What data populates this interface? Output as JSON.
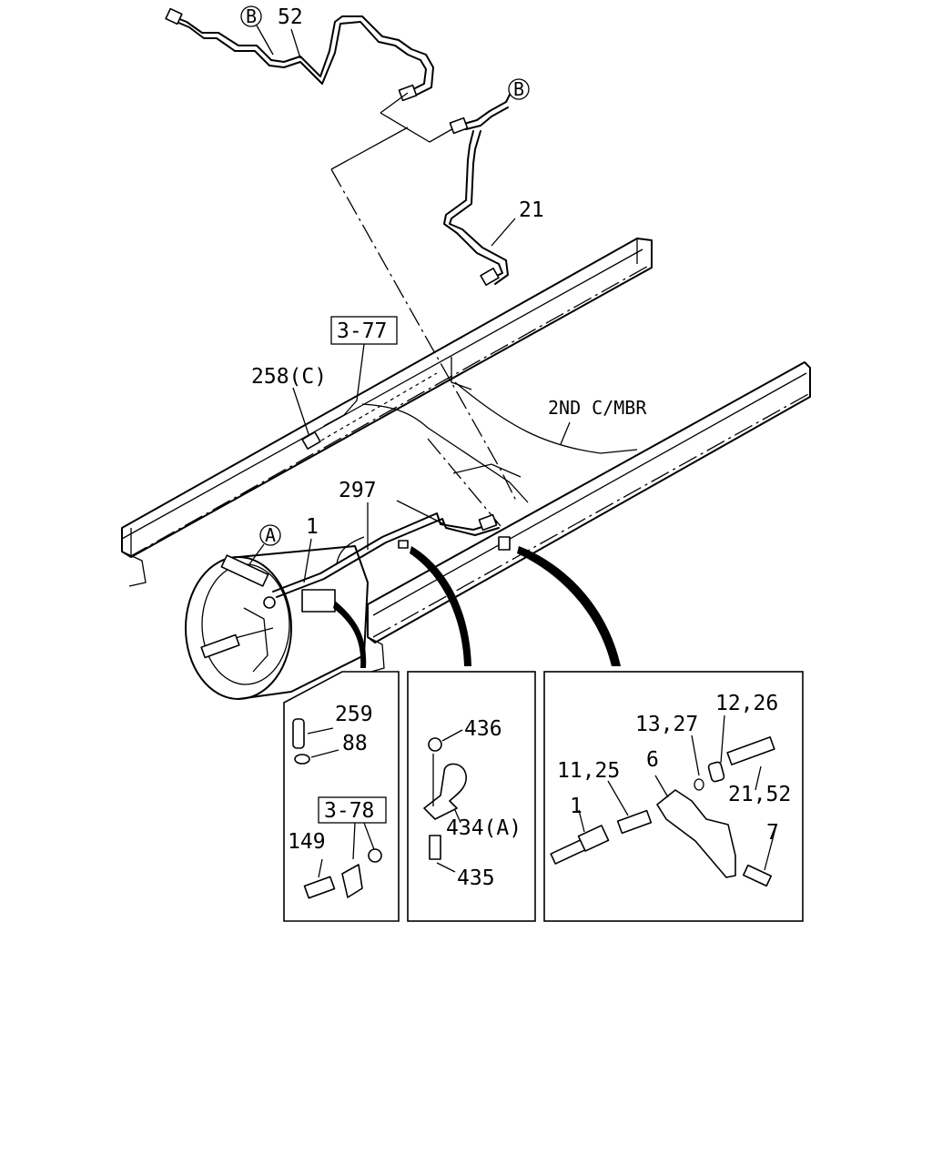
{
  "labels": {
    "p52_top": "52",
    "p21": "21",
    "ref_3_77": "3-77",
    "p258c": "258(C)",
    "member": "2ND C/MBR",
    "p297": "297",
    "p1_main": "1",
    "p259": "259",
    "p88": "88",
    "ref_3_78": "3-78",
    "p149": "149",
    "p436": "436",
    "p434a": "434(A)",
    "p435": "435",
    "p12_26": "12,26",
    "p13_27": "13,27",
    "p11_25": "11,25",
    "p6": "6",
    "p1_detail": "1",
    "p21_52": "21,52",
    "p7": "7"
  },
  "callouts": {
    "b_top": "B",
    "b_right": "B",
    "a_trans": "A"
  }
}
